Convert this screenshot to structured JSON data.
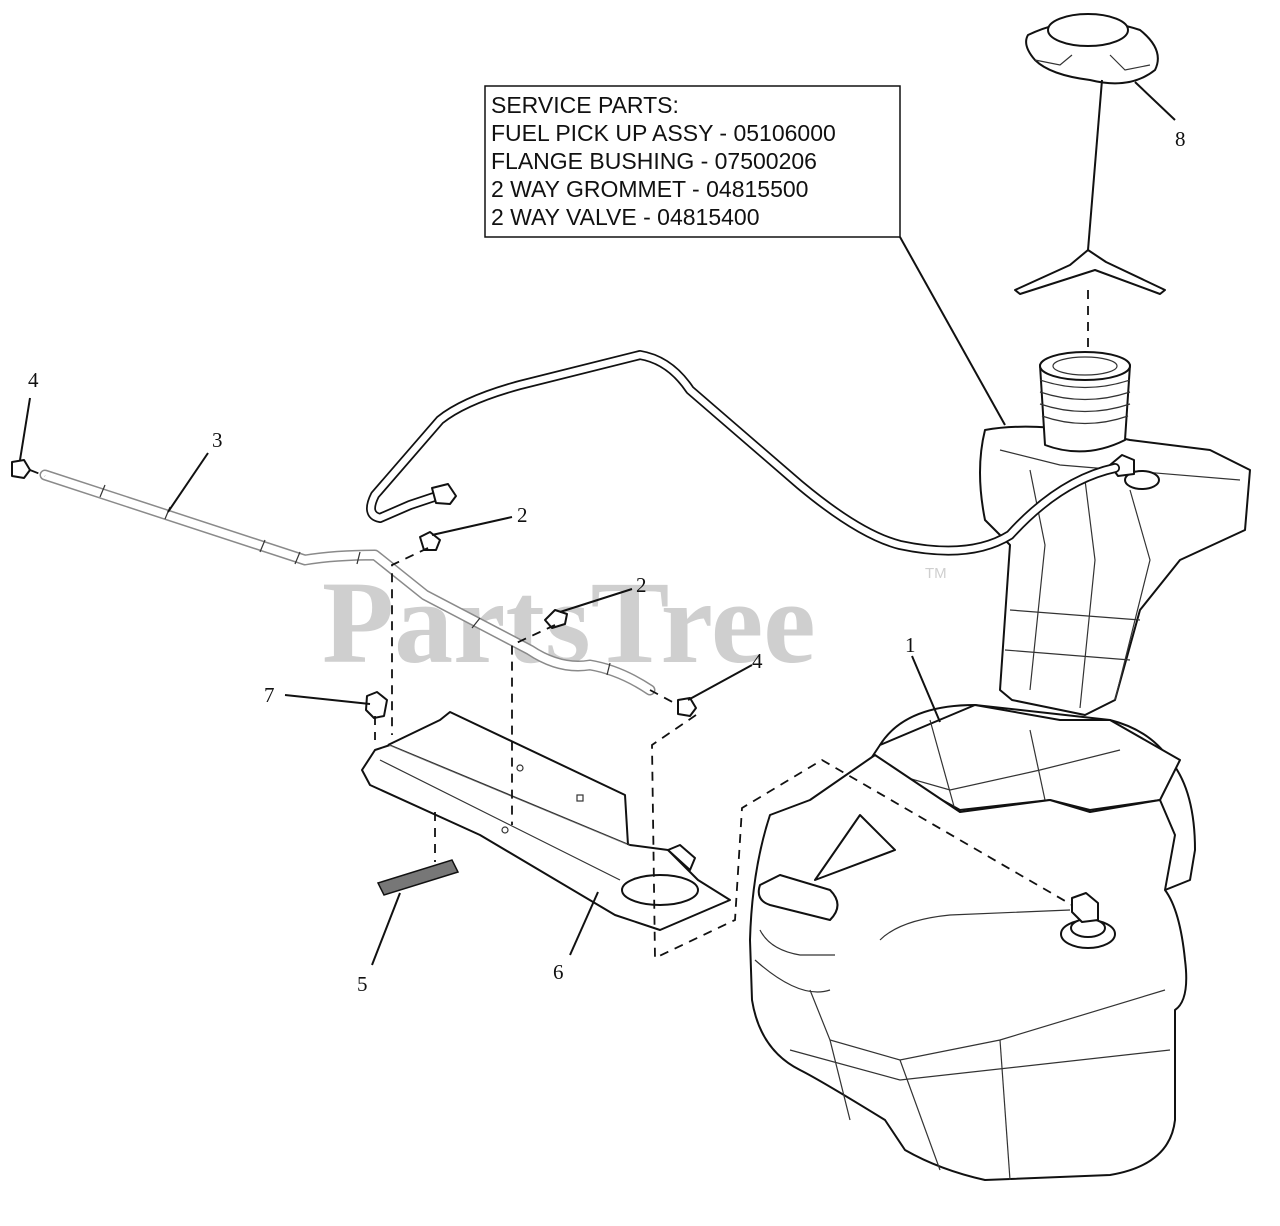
{
  "service_parts": {
    "lines": [
      "SERVICE PARTS:",
      "FUEL PICK UP ASSY - 05106000",
      "FLANGE BUSHING - 07500206",
      "2 WAY GROMMET - 04815500",
      "2 WAY VALVE - 04815400"
    ]
  },
  "callouts": {
    "c1": "1",
    "c2a": "2",
    "c2b": "2",
    "c3": "3",
    "c4a": "4",
    "c4b": "4",
    "c5": "5",
    "c6": "6",
    "c7": "7",
    "c8": "8"
  },
  "watermark": {
    "text": "PartsTree",
    "trademark": "TM"
  }
}
